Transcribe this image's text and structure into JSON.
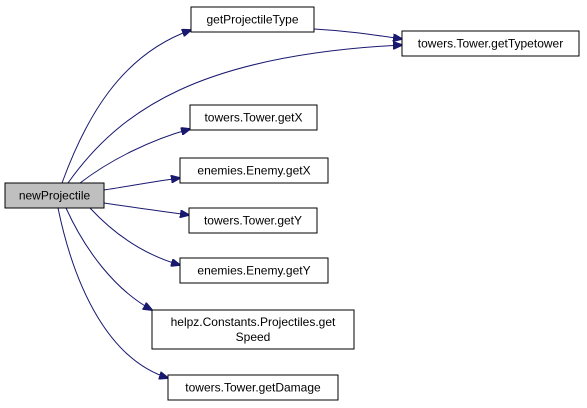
{
  "graph": {
    "root": {
      "label_lines": [
        "newProjectile"
      ]
    },
    "nodes": [
      {
        "id": "getProjectileType",
        "label_lines": [
          "getProjectileType"
        ]
      },
      {
        "id": "getTypetower",
        "label_lines": [
          "towers.Tower.getTypetower"
        ]
      },
      {
        "id": "towerGetX",
        "label_lines": [
          "towers.Tower.getX"
        ]
      },
      {
        "id": "enemyGetX",
        "label_lines": [
          "enemies.Enemy.getX"
        ]
      },
      {
        "id": "towerGetY",
        "label_lines": [
          "towers.Tower.getY"
        ]
      },
      {
        "id": "enemyGetY",
        "label_lines": [
          "enemies.Enemy.getY"
        ]
      },
      {
        "id": "getSpeed",
        "label_lines": [
          "helpz.Constants.Projectiles.get",
          "Speed"
        ]
      },
      {
        "id": "getDamage",
        "label_lines": [
          "towers.Tower.getDamage"
        ]
      }
    ],
    "edges": [
      {
        "from": "root",
        "to": "getProjectileType"
      },
      {
        "from": "root",
        "to": "getTypetower"
      },
      {
        "from": "getProjectileType",
        "to": "getTypetower"
      },
      {
        "from": "root",
        "to": "towerGetX"
      },
      {
        "from": "root",
        "to": "enemyGetX"
      },
      {
        "from": "root",
        "to": "towerGetY"
      },
      {
        "from": "root",
        "to": "enemyGetY"
      },
      {
        "from": "root",
        "to": "getSpeed"
      },
      {
        "from": "root",
        "to": "getDamage"
      }
    ],
    "colors": {
      "root_fill": "#bfbfbf",
      "node_fill": "#ffffff",
      "border": "#000000",
      "edge": "#191970"
    }
  }
}
